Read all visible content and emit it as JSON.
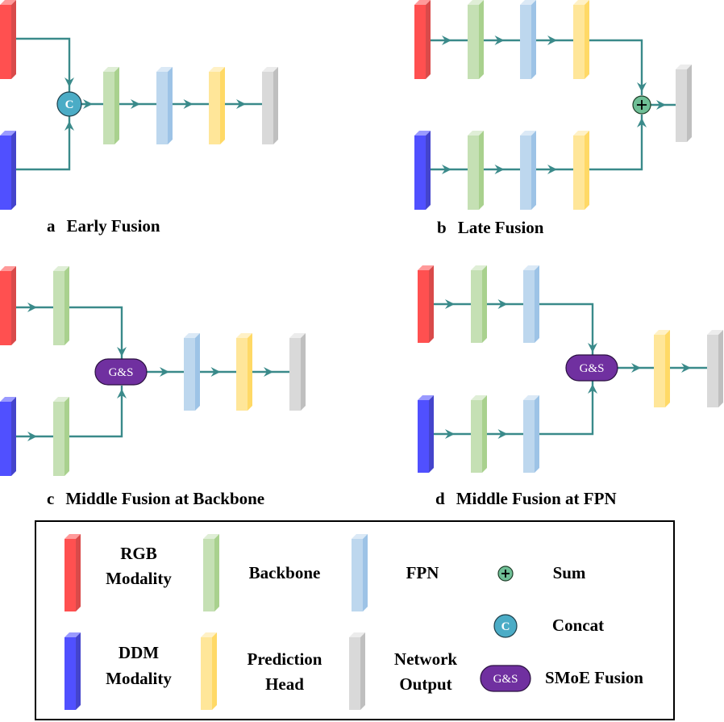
{
  "colors": {
    "rgb": {
      "front": "#ff5050",
      "top": "#ff9a9a",
      "side": "#d94a4a"
    },
    "ddm": {
      "front": "#5050ff",
      "top": "#9a9aff",
      "side": "#4444cc"
    },
    "backbone": {
      "front": "#c5e0b4",
      "top": "#dfeed6",
      "side": "#a9d18e"
    },
    "fpn": {
      "front": "#bdd7ee",
      "top": "#dbe9f6",
      "side": "#9dc3e6"
    },
    "head": {
      "front": "#ffe699",
      "top": "#fff1c6",
      "side": "#ffd966"
    },
    "output": {
      "front": "#d9d9d9",
      "top": "#ececec",
      "side": "#bfbfbf"
    },
    "line": "#3a8a8a",
    "sum_fill": "#6fbf96",
    "concat_fill": "#4bacc6",
    "gs_fill": "#7030a0"
  },
  "panels": [
    {
      "id": "a",
      "letter": "a",
      "title": "Early Fusion"
    },
    {
      "id": "b",
      "letter": "b",
      "title": "Late Fusion"
    },
    {
      "id": "c",
      "letter": "c",
      "title": "Middle Fusion at Backbone"
    },
    {
      "id": "d",
      "letter": "d",
      "title": "Middle Fusion at FPN"
    }
  ],
  "ops": {
    "concat_symbol": "C",
    "sum_symbol": "+",
    "gs_label": "G&S"
  },
  "legend": {
    "items": [
      {
        "kind": "rgb",
        "lines": [
          "RGB",
          "Modality"
        ]
      },
      {
        "kind": "backbone",
        "lines": [
          "Backbone"
        ]
      },
      {
        "kind": "fpn",
        "lines": [
          "FPN"
        ]
      },
      {
        "kind": "sum",
        "lines": [
          "Sum"
        ]
      },
      {
        "kind": "ddm",
        "lines": [
          "DDM",
          "Modality"
        ]
      },
      {
        "kind": "head",
        "lines": [
          "Prediction",
          "Head"
        ]
      },
      {
        "kind": "output",
        "lines": [
          "Network",
          "Output"
        ]
      },
      {
        "kind": "concat",
        "lines": [
          "Concat"
        ]
      },
      {
        "kind": "gs",
        "lines": [
          "SMoE Fusion"
        ]
      }
    ]
  }
}
